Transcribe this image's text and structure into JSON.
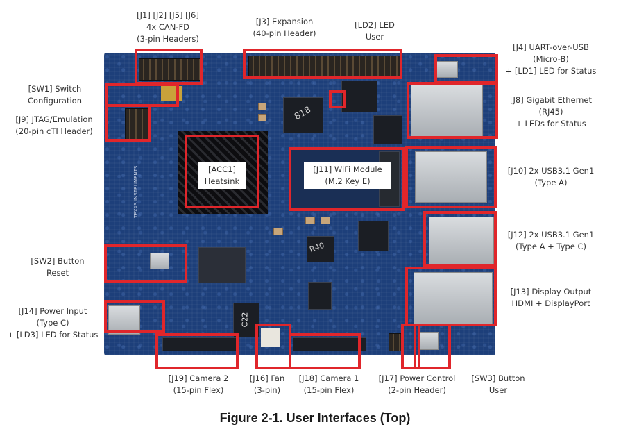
{
  "figure": {
    "caption": "Figure 2-1. User Interfaces (Top)",
    "highlight_color": "#e0262b",
    "board_color": "#1d3f7a"
  },
  "callouts": {
    "can_fd": [
      "[J1] [J2] [J5] [J6]",
      "4x CAN-FD",
      "(3-pin Headers)"
    ],
    "expansion": [
      "[J3] Expansion",
      "(40-pin Header)"
    ],
    "led_user": [
      "[LD2] LED",
      "User"
    ],
    "uart_usb": [
      "[J4] UART-over-USB",
      "(Micro-B)",
      "+ [LD1] LED for Status"
    ],
    "sw1": [
      "[SW1] Switch",
      "Configuration"
    ],
    "jtag": [
      "[J9] JTAG/Emulation",
      "(20-pin cTI Header)"
    ],
    "ethernet": [
      "[J8] Gigabit Ethernet",
      "(RJ45)",
      "+ LEDs for Status"
    ],
    "heatsink": [
      "[ACC1]",
      "Heatsink"
    ],
    "wifi": [
      "[J11] WiFi Module",
      "(M.2 Key E)"
    ],
    "usb_j10": [
      "[J10] 2x USB3.1 Gen1",
      "(Type A)"
    ],
    "usb_j12": [
      "[J12] 2x USB3.1 Gen1",
      "(Type A + Type C)"
    ],
    "sw2": [
      "[SW2] Button",
      "Reset"
    ],
    "display": [
      "[J13] Display Output",
      "HDMI + DisplayPort"
    ],
    "power_input": [
      "[J14] Power Input",
      "(Type C)",
      "+ [LD3] LED for Status"
    ],
    "camera2": [
      "[J19] Camera 2",
      "(15-pin Flex)"
    ],
    "fan": [
      "[J16] Fan",
      "(3-pin)"
    ],
    "camera1": [
      "[J18] Camera 1",
      "(15-pin Flex)"
    ],
    "power_control": [
      "[J17] Power Control",
      "(2-pin Header)"
    ],
    "sw3": [
      "[SW3] Button",
      "User"
    ]
  },
  "board_markings": {
    "chip1": "818",
    "chip2": "R40",
    "chip3": "C22",
    "brand": "TEXAS INSTRUMENTS"
  }
}
